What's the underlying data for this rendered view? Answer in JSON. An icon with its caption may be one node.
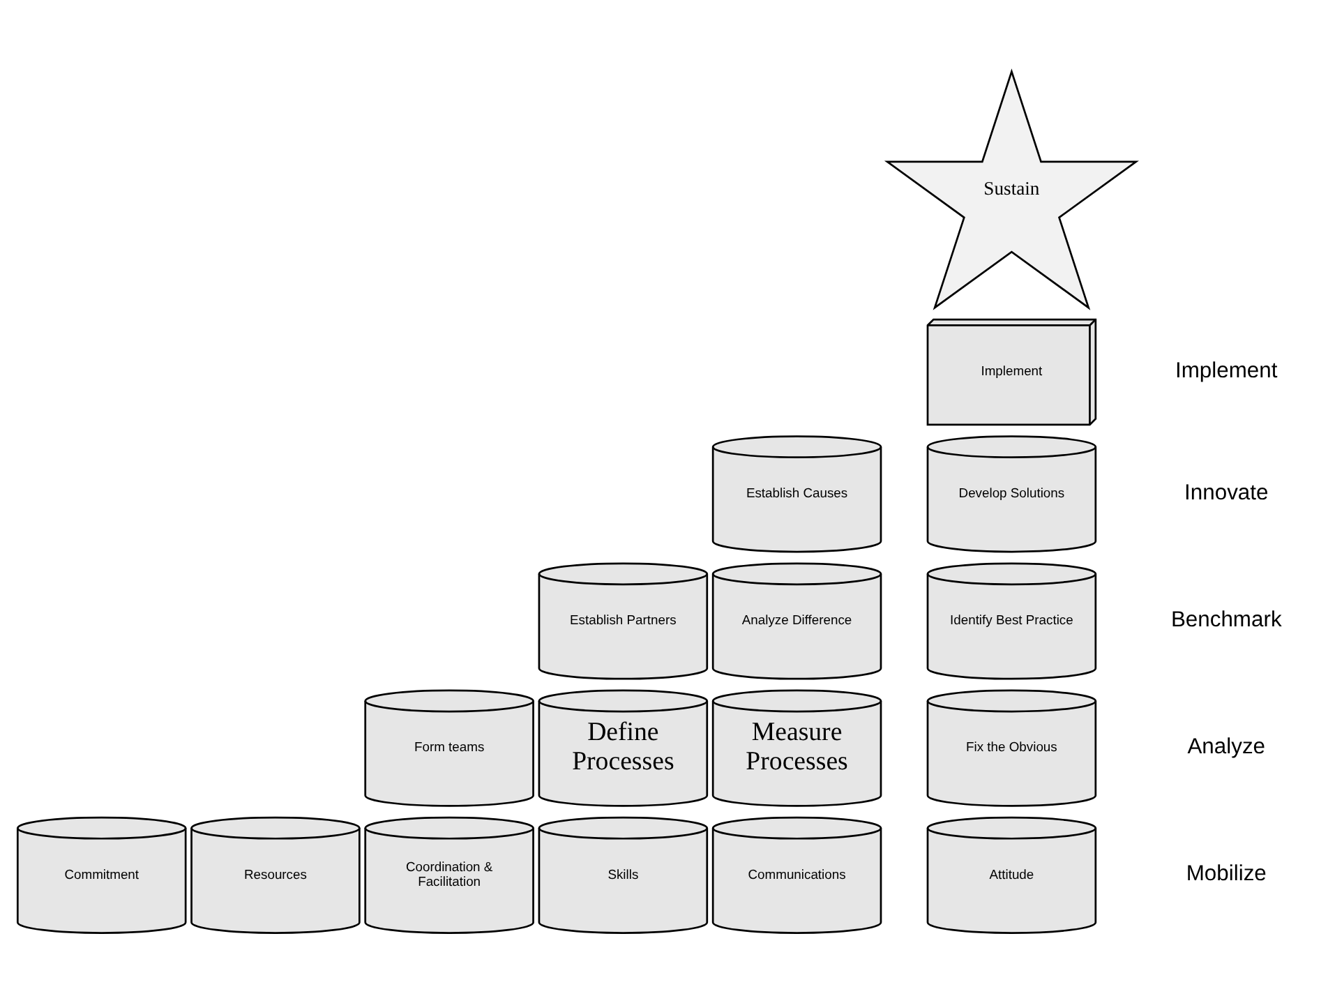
{
  "diagram": {
    "nodes": [
      {
        "text": [
          "Sustain"
        ]
      },
      {
        "text": [
          "Implement"
        ]
      },
      {
        "text": [
          "Establish Causes"
        ]
      },
      {
        "text": [
          "Develop Solutions"
        ]
      },
      {
        "text": [
          "Establish Partners"
        ]
      },
      {
        "text": [
          "Analyze Difference"
        ]
      },
      {
        "text": [
          "Identify Best Practice"
        ]
      },
      {
        "text": [
          "Form teams"
        ]
      },
      {
        "text": [
          "Define Processes"
        ]
      },
      {
        "text": [
          "Measure Processes"
        ]
      },
      {
        "text": [
          "Fix the Obvious"
        ]
      },
      {
        "text": [
          "Commitment"
        ]
      },
      {
        "text": [
          "Resources"
        ]
      },
      {
        "text": [
          "Coordination & Facilitation"
        ]
      },
      {
        "text": [
          "Skills"
        ]
      },
      {
        "text": [
          "Communications"
        ]
      },
      {
        "text": [
          "Attitude"
        ]
      }
    ],
    "labels": [
      "Implement",
      "Innovate",
      "Benchmark",
      "Analyze",
      "Mobilize"
    ]
  }
}
